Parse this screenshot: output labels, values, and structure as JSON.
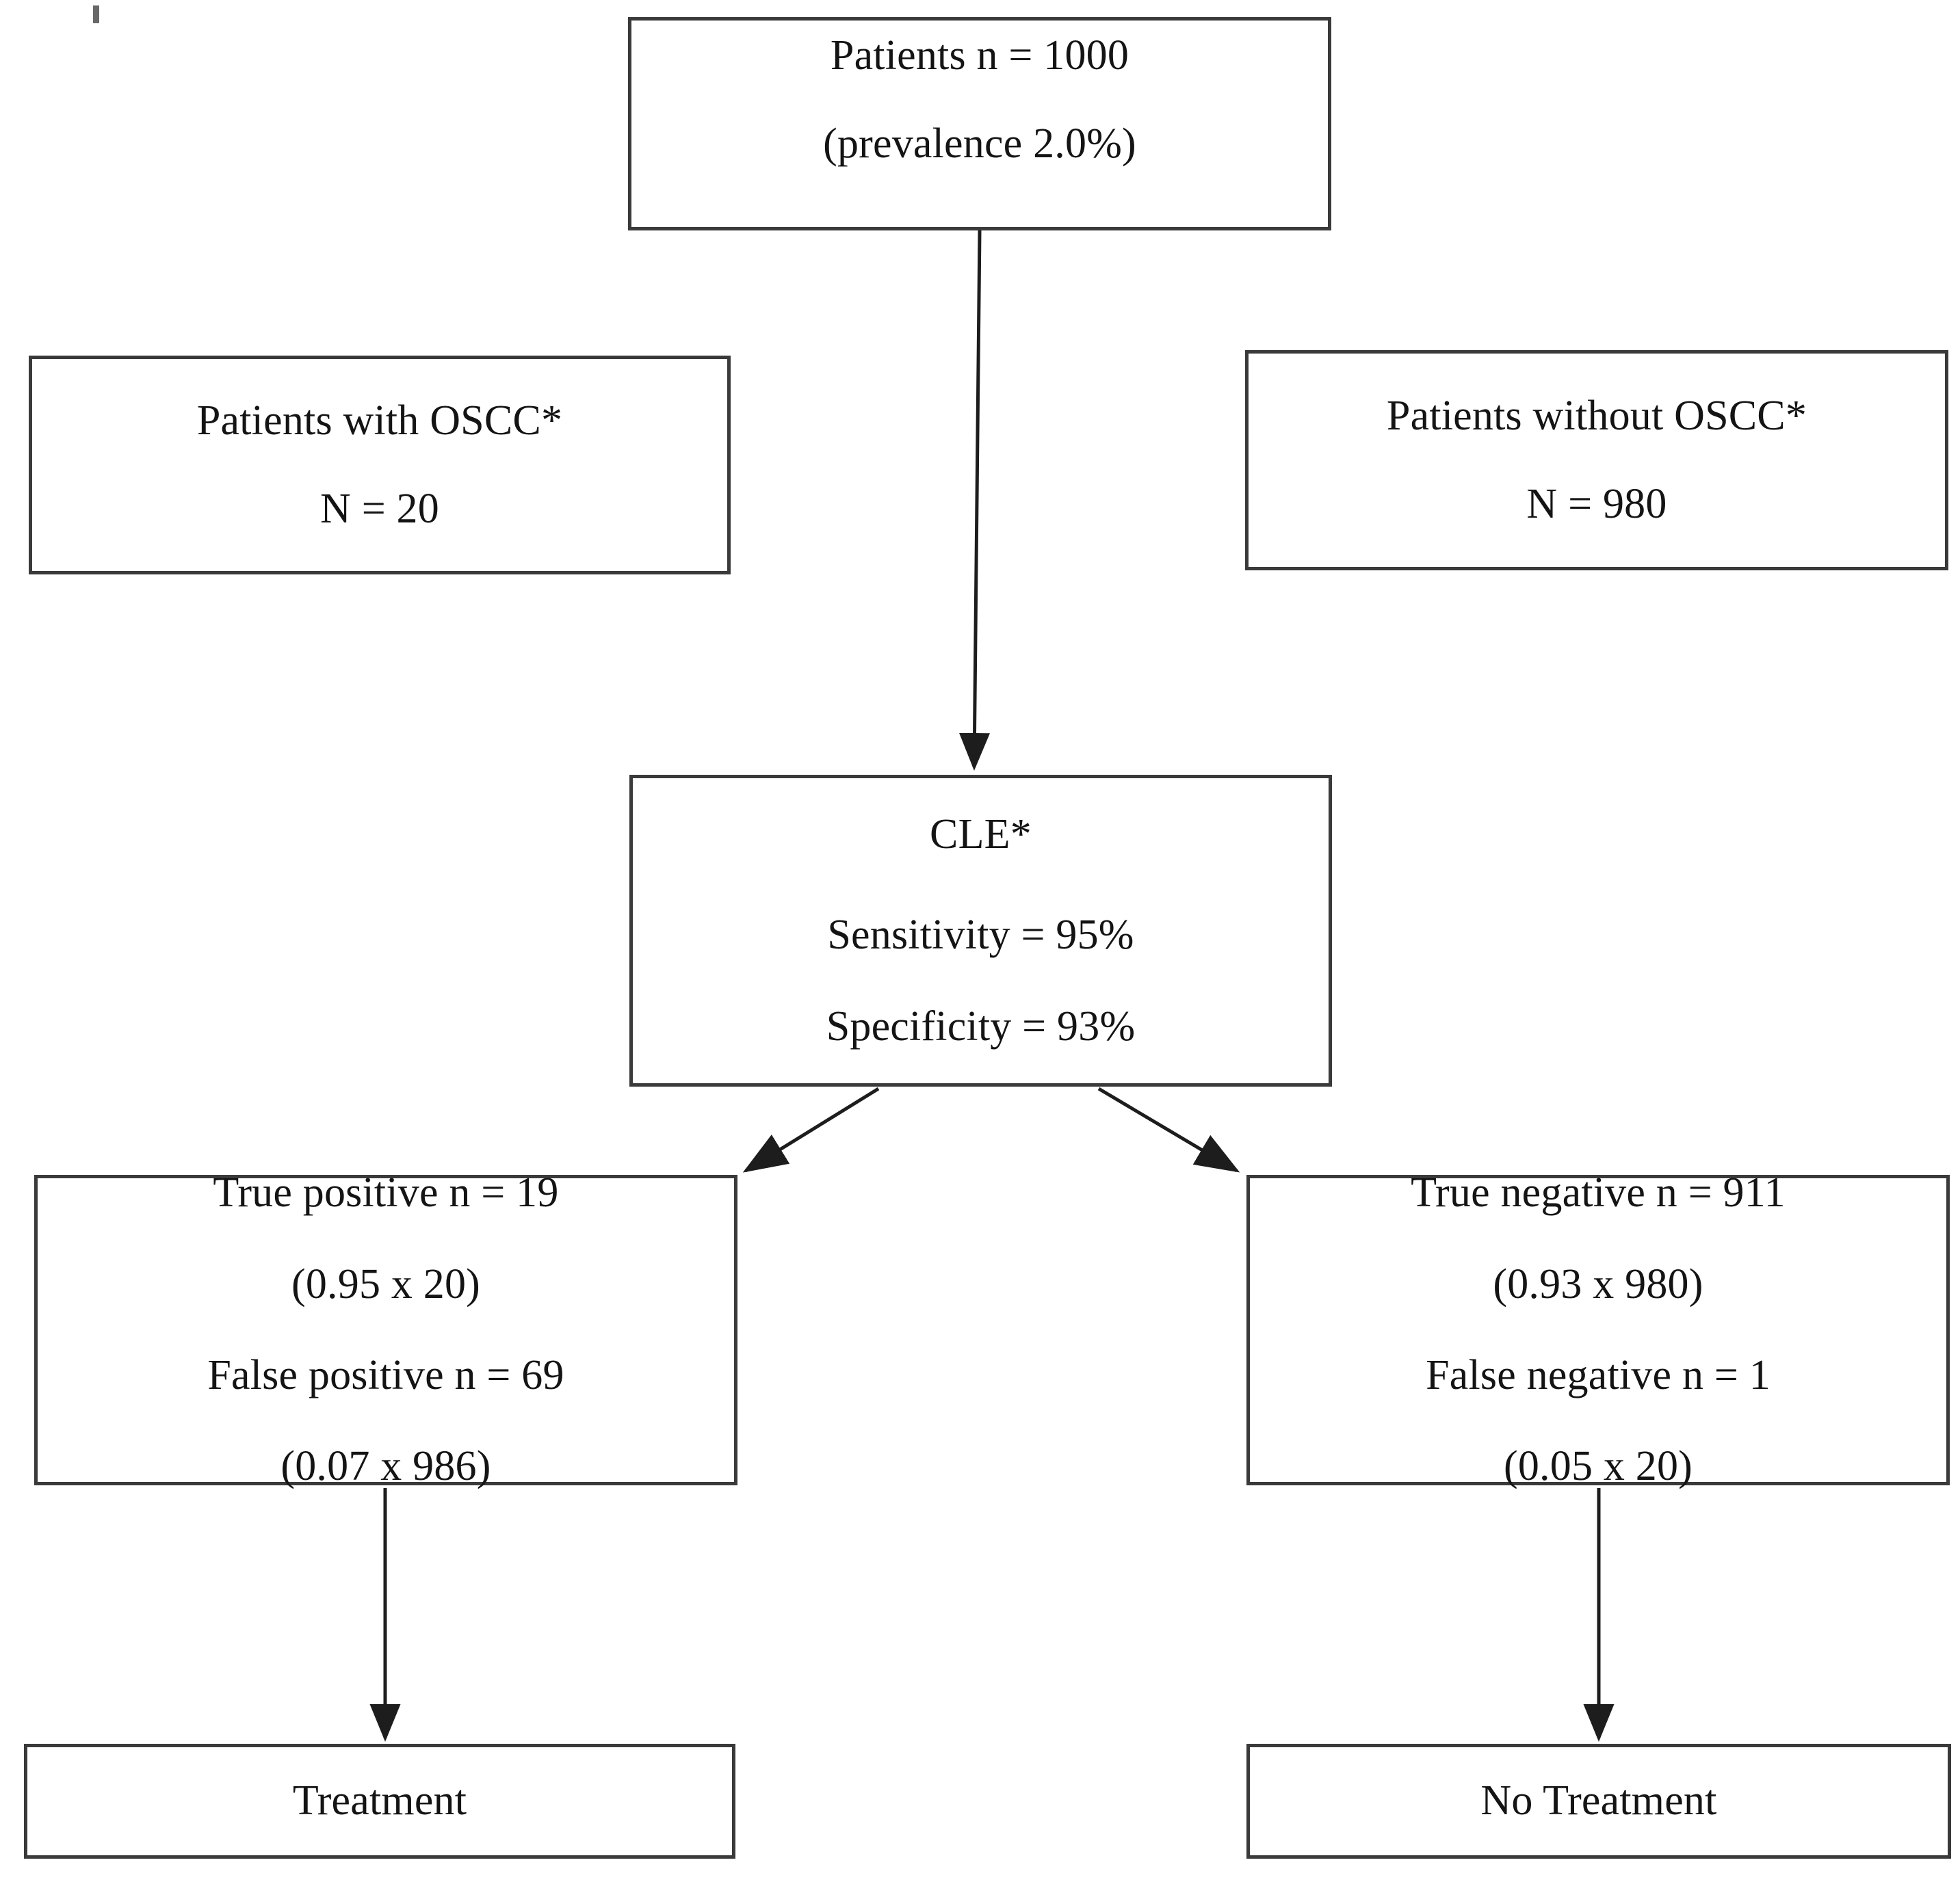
{
  "diagram": {
    "title": "Diagnostic accuracy flowchart for CLE screening of OSCC",
    "stroke_color": "#3a3a3a",
    "text_color": "#141414",
    "background_color": "#ffffff",
    "nodes": {
      "cohort": {
        "name": "cohort-box",
        "line1": "Patients n = 1000",
        "line2": "(prevalence 2.0%)"
      },
      "with_disease": {
        "name": "patients-with-oscc-box",
        "line1": "Patients with OSCC*",
        "line2": "N = 20"
      },
      "without_disease": {
        "name": "patients-without-oscc-box",
        "line1": "Patients without OSCC*",
        "line2": "N = 980"
      },
      "test": {
        "name": "cle-test-box",
        "line1": "CLE*",
        "line2": "Sensitivity = 95%",
        "line3": "Specificity = 93%"
      },
      "positive": {
        "name": "test-positive-box",
        "line1": "True positive n = 19",
        "line2": "(0.95 x 20)",
        "line3": "False positive n = 69",
        "line4": "(0.07 x 986)"
      },
      "negative": {
        "name": "test-negative-box",
        "line1": "True negative n = 911",
        "line2": "(0.93 x 980)",
        "line3": "False negative n = 1",
        "line4": "(0.05 x 20)"
      },
      "treatment": {
        "name": "treatment-box",
        "line1": "Treatment"
      },
      "no_treatment": {
        "name": "no-treatment-box",
        "line1": "No Treatment"
      }
    },
    "edges": [
      {
        "name": "edge-cohort-to-cle",
        "from": "cohort",
        "to": "test",
        "arrow": true
      },
      {
        "name": "edge-cle-to-positive",
        "from": "test",
        "to": "positive",
        "arrow": true
      },
      {
        "name": "edge-cle-to-negative",
        "from": "test",
        "to": "negative",
        "arrow": true
      },
      {
        "name": "edge-positive-to-treatment",
        "from": "positive",
        "to": "treatment",
        "arrow": true
      },
      {
        "name": "edge-negative-to-notreatment",
        "from": "negative",
        "to": "no_treatment",
        "arrow": true
      }
    ]
  }
}
